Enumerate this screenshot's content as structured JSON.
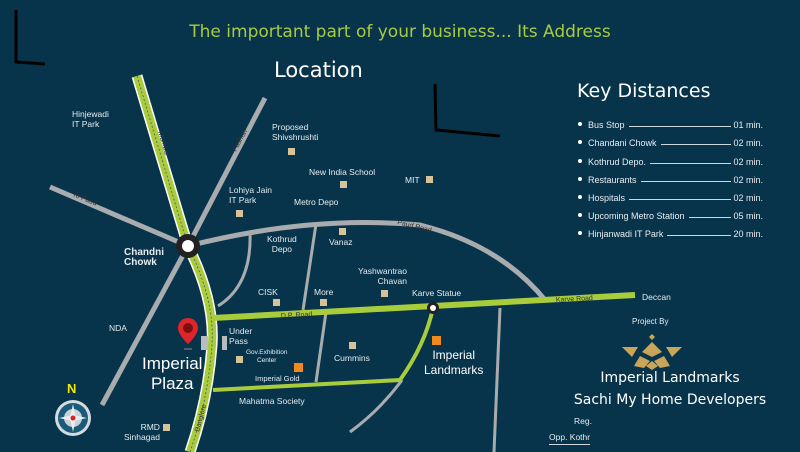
{
  "tagline": "The important part of your business... Its Address",
  "location_title": "Location",
  "key_distances": {
    "title": "Key Distances",
    "items": [
      {
        "label": "Bus Stop",
        "time": "01 min."
      },
      {
        "label": "Chandani Chowk",
        "time": "02 min."
      },
      {
        "label": "Kothrud Depo.",
        "time": "02 min."
      },
      {
        "label": "Restaurants",
        "time": "02 min."
      },
      {
        "label": "Hospitals",
        "time": "02 min."
      },
      {
        "label": "Upcoming Metro Station",
        "time": "05 min."
      },
      {
        "label": "Hinjanwadi IT Park",
        "time": "20 min."
      }
    ]
  },
  "map": {
    "roads": {
      "mumbai": "Mumbai",
      "pashan": "Pashan",
      "to_paud": "To Paud",
      "paud_road": "Paud Road",
      "dp_road": "D.P. Road",
      "karve_road": "Karve Road",
      "bangalore": "Banglore"
    },
    "places": {
      "hinjewadi": [
        "Hinjewadi",
        "IT Park"
      ],
      "shivshrushti": [
        "Proposed",
        "Shivshrushti"
      ],
      "new_india_school": "New India School",
      "mit": "MIT",
      "lohiya_jain": [
        "Lohiya Jain",
        "IT Park"
      ],
      "metro_depo": "Metro Depo",
      "chandni_chowk": [
        "Chandni",
        "Chowk"
      ],
      "kothrud_depo": [
        "Kothrud",
        "Depo"
      ],
      "vanaz": "Vanaz",
      "yashwantrao": [
        "Yashwantrao",
        "Chavan"
      ],
      "cisk": "CISK",
      "more": "More",
      "karve_statue": "Karve Statue",
      "deccan": "Deccan",
      "nda": "NDA",
      "under_pass": [
        "Under",
        "Pass"
      ],
      "gov_exhibition": [
        "Gov.Exhibition",
        "Center"
      ],
      "imperial_gold": "Imperial Gold",
      "cummins": "Cummins",
      "imperial_landmarks": [
        "Imperial",
        "Landmarks"
      ],
      "imperial_plaza": [
        "Imperial",
        "Plaza"
      ],
      "mahatma_society": "Mahatma Society",
      "rmd": [
        "RMD",
        "Sinhagad"
      ]
    },
    "compass_label": "N"
  },
  "project": {
    "by": "Project By",
    "line1": "Imperial Landmarks",
    "line2": "Sachi My Home Developers",
    "reg": "Reg.",
    "address_partial": "Opp. Kothr"
  },
  "colors": {
    "background": "#07344b",
    "green_road": "#a8cc3c",
    "gray_road": "#a9acae",
    "accent_orange": "#f08a1c",
    "pin": "#e0242b",
    "gold": "#c9a55a"
  }
}
